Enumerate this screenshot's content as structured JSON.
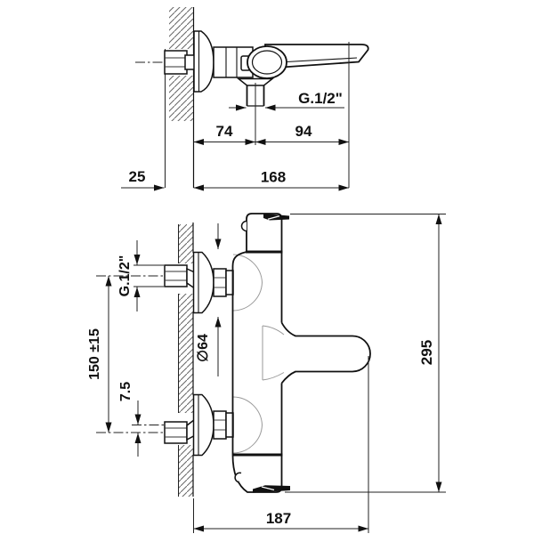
{
  "drawing": {
    "subject": "Wall-mounted single-lever bath mixer tap - dimensioned technical drawing with top view and front view",
    "units": "mm",
    "colors": {
      "line": "#111111",
      "background": "#ffffff",
      "hatch": "#666666"
    },
    "top_view": {
      "outlet_thread_label": "G.1/2\"",
      "wall_to_outlet": "74",
      "outlet_to_spout_tip": "94",
      "total_projection": "168",
      "wall_thickness": "25"
    },
    "front_view": {
      "inlet_thread_label": "G.1/2\"",
      "inlet_center_distance": "150 ±15",
      "eccentric_offset": "7.5",
      "escutcheon_diameter": "∅64",
      "overall_height": "295",
      "overall_width": "187"
    }
  }
}
